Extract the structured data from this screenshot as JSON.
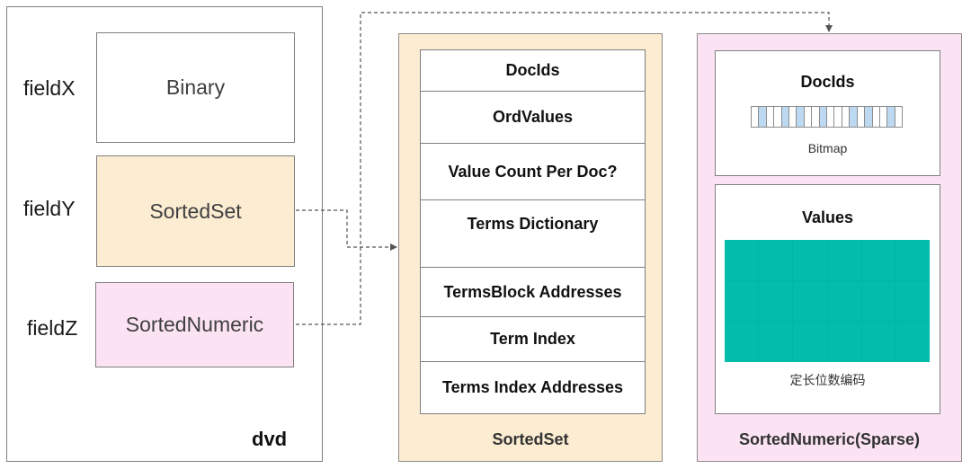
{
  "dvd": {
    "fields": [
      {
        "label": "fieldX",
        "type": "Binary"
      },
      {
        "label": "fieldY",
        "type": "SortedSet"
      },
      {
        "label": "fieldZ",
        "type": "SortedNumeric"
      }
    ],
    "label": "dvd"
  },
  "sorted_set": {
    "rows": [
      "DocIds",
      "OrdValues",
      "Value Count Per Doc?",
      "Terms Dictionary",
      "TermsBlock Addresses",
      "Term Index",
      "Terms Index Addresses"
    ],
    "caption": "SortedSet"
  },
  "sorted_numeric": {
    "docids_title": "DocIds",
    "bitmap_caption": "Bitmap",
    "bitmap_pattern": [
      0,
      1,
      0,
      0,
      1,
      0,
      1,
      0,
      0,
      1,
      0,
      0,
      0,
      1,
      0,
      1,
      0,
      0,
      1,
      0
    ],
    "values_title": "Values",
    "values_caption": "定长位数编码",
    "caption": "SortedNumeric(Sparse)"
  },
  "colors": {
    "sortedset_fill": "#fbecd2",
    "sortednumeric_fill": "#fbe3f3",
    "bitmap_highlight": "#bcd9f1",
    "values_fill": "#01bdaa"
  }
}
